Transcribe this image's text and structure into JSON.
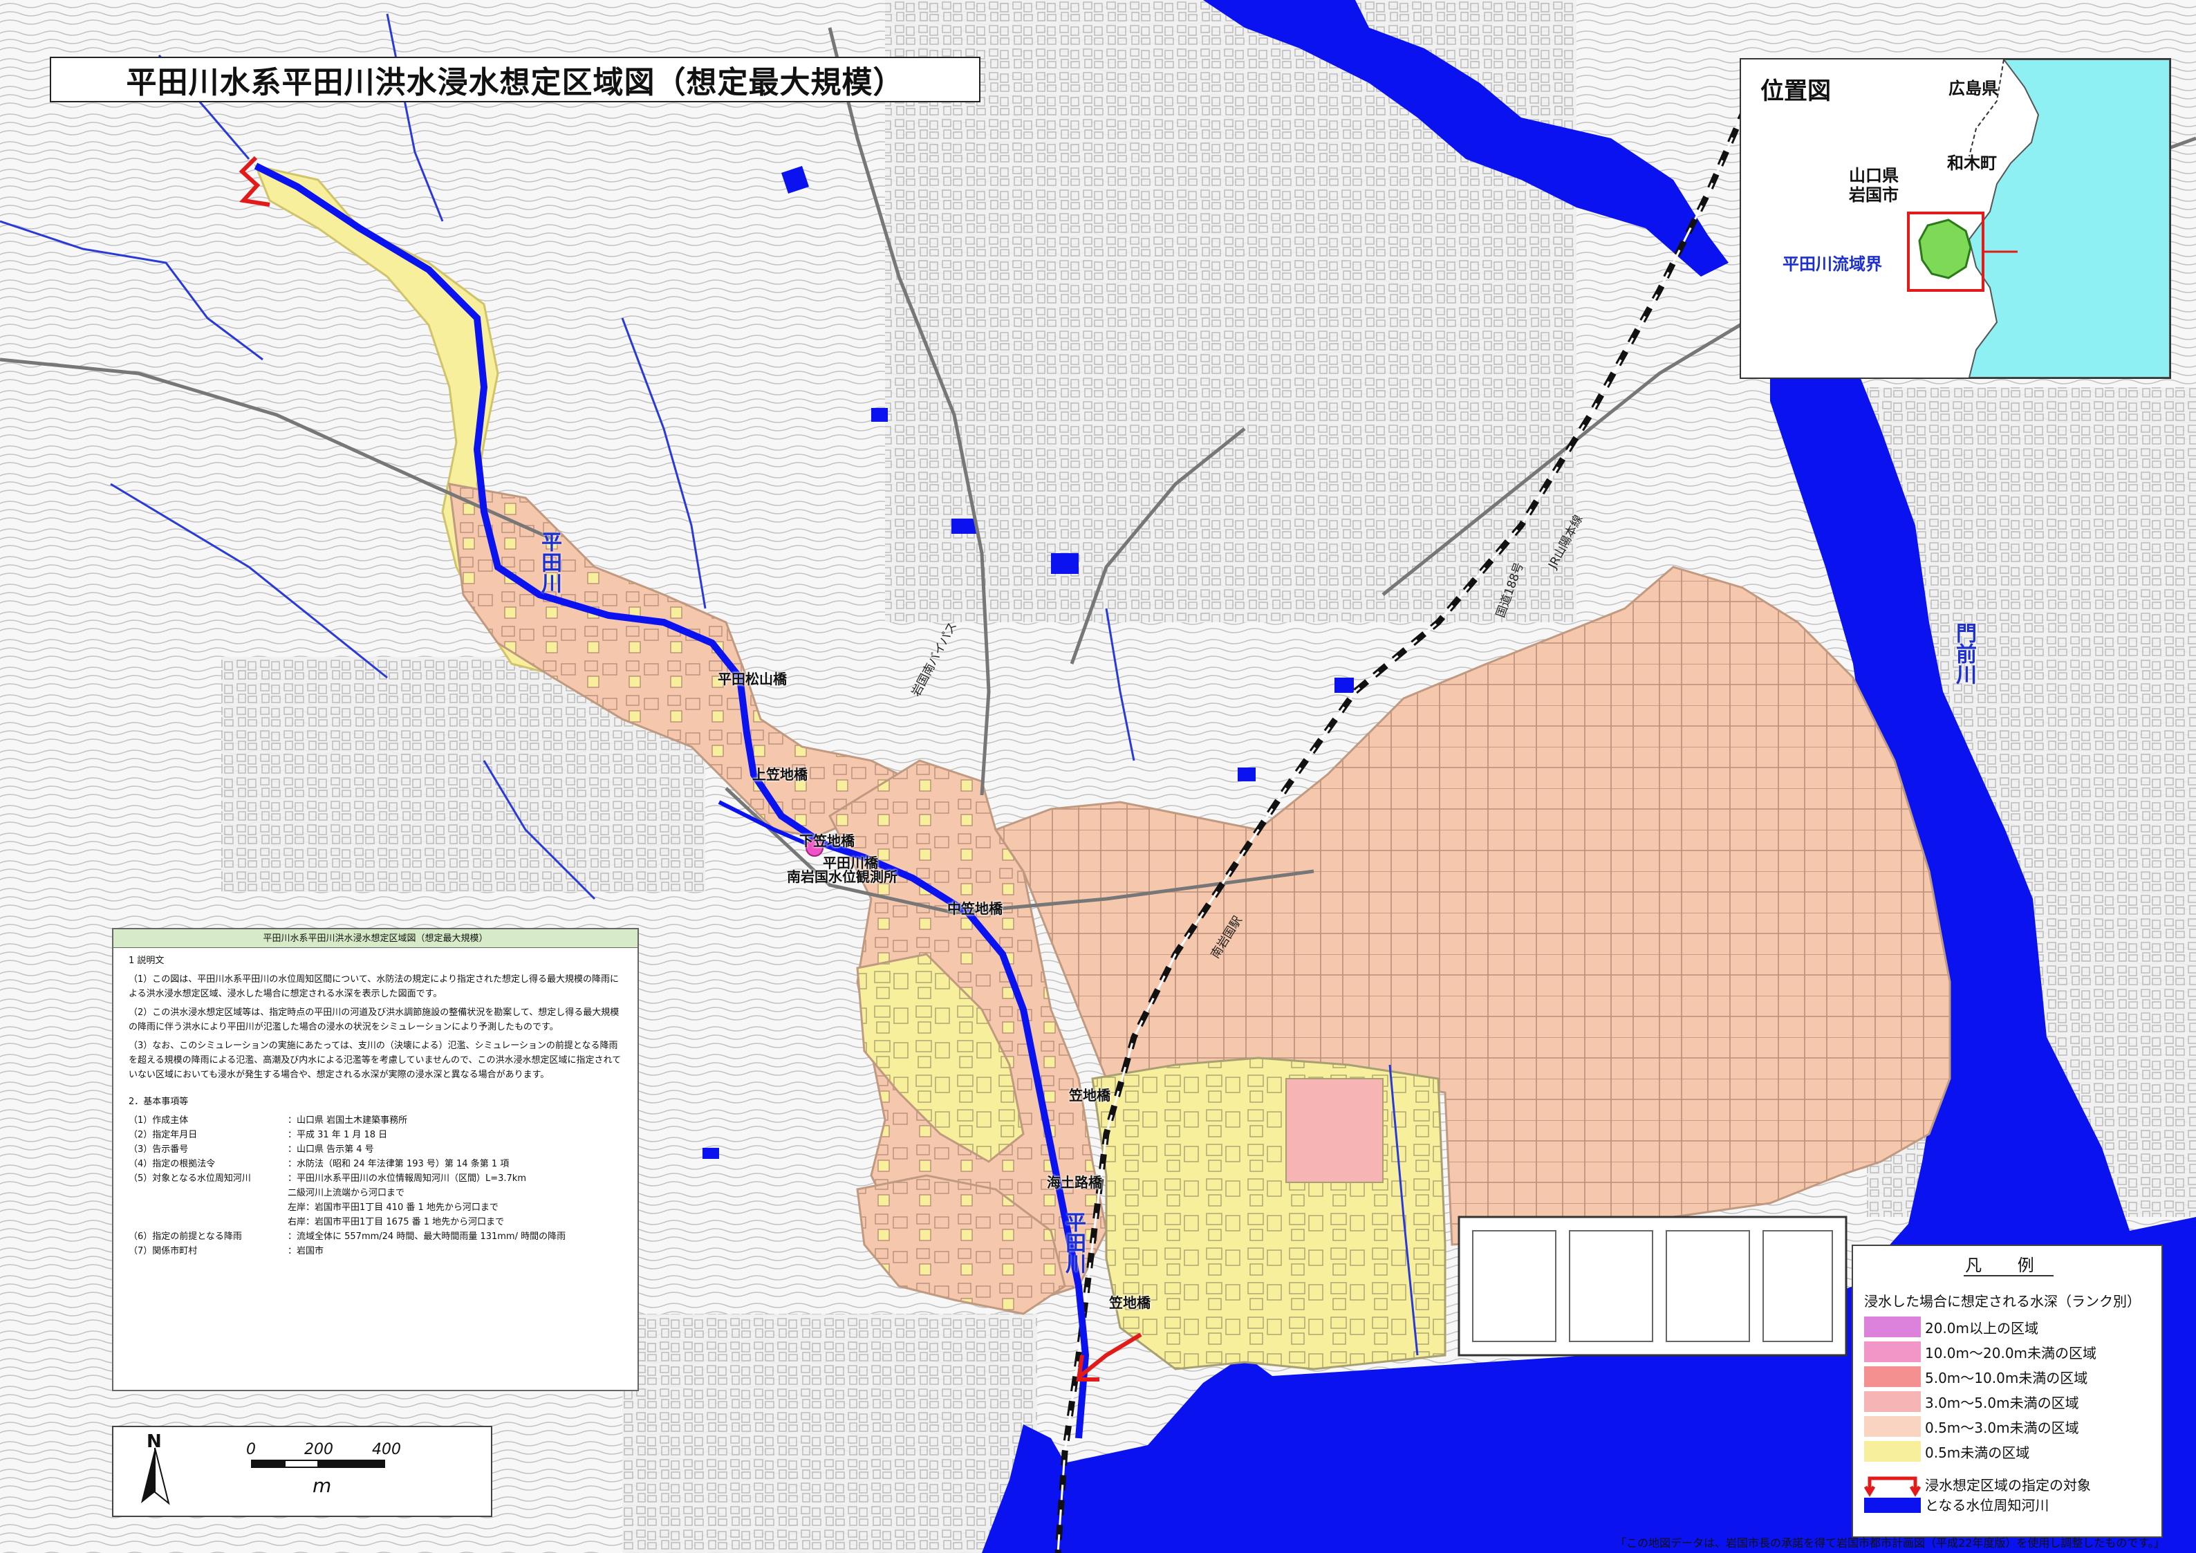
{
  "title": "平田川水系平田川洪水浸水想定区域図（想定最大規模）",
  "locator": {
    "title": "位置図",
    "labels": [
      "広島県",
      "山口県",
      "岩国市",
      "和木町",
      "平田川流域界"
    ]
  },
  "map_labels": {
    "rivers": [
      "平田川",
      "平田川",
      "門前川"
    ],
    "bridges": [
      "平田松山橋",
      "上笠地橋",
      "下笠地橋",
      "平田川橋",
      "中笠地橋",
      "笠地橋",
      "海土路橋",
      "笠地橋"
    ],
    "station": "南岩国水位観測所",
    "roads": [
      "岩国南バイパス",
      "国道188号",
      "JR山陽本線",
      "南岩国駅"
    ]
  },
  "explanation": {
    "header": "平田川水系平田川洪水浸水想定区域図（想定最大規模）",
    "section1_title": "1 説明文",
    "paragraphs": [
      "（1）この図は、平田川水系平田川の水位周知区間について、水防法の規定により指定された想定し得る最大規模の降雨による洪水浸水想定区域、浸水した場合に想定される水深を表示した図面です。",
      "（2）この洪水浸水想定区域等は、指定時点の平田川の河道及び洪水調節施設の整備状況を勘案して、想定し得る最大規模の降雨に伴う洪水により平田川が氾濫した場合の浸水の状況をシミュレーションにより予測したものです。",
      "（3）なお、このシミュレーションの実施にあたっては、支川の（決壊による）氾濫、シミュレーションの前提となる降雨を超える規模の降雨による氾濫、高潮及び内水による氾濫等を考慮していませんので、この洪水浸水想定区域に指定されていない区域においても浸水が発生する場合や、想定される水深が実際の浸水深と異なる場合があります。"
    ],
    "section2_title": "2．基本事項等",
    "items": [
      {
        "label": "（1）作成主体",
        "value": "：山口県 岩国土木建築事務所"
      },
      {
        "label": "（2）指定年月日",
        "value": "：平成 31 年 1 月 18 日"
      },
      {
        "label": "（3）告示番号",
        "value": "：山口県 告示第 4 号"
      },
      {
        "label": "（4）指定の根拠法令",
        "value": "：水防法（昭和 24 年法律第 193 号）第 14 条第 1 項"
      },
      {
        "label": "（5）対象となる水位周知河川",
        "value": "：平田川水系平田川の水位情報周知河川（区間）L=3.7km"
      },
      {
        "label": "",
        "value": "二級河川上流端から河口まで"
      },
      {
        "label": "",
        "value": "左岸：岩国市平田1丁目 410 番 1 地先から河口まで"
      },
      {
        "label": "",
        "value": "右岸：岩国市平田1丁目 1675 番 1 地先から河口まで"
      },
      {
        "label": "（6）指定の前提となる降雨",
        "value": "：流域全体に 557mm/24 時間、最大時間雨量 131mm/ 時間の降雨"
      },
      {
        "label": "（7）関係市町村",
        "value": "：岩国市"
      }
    ]
  },
  "scale": {
    "north": "N",
    "ticks": [
      "0",
      "200",
      "400"
    ],
    "unit": "m"
  },
  "legend": {
    "title": "凡 例",
    "subtitle": "浸水した場合に想定される水深（ランク別）",
    "entries": [
      {
        "label": "20.0m以上の区域",
        "color": "#dc82dc"
      },
      {
        "label": "10.0m～20.0m未満の区域",
        "color": "#f296c8"
      },
      {
        "label": "5.0m～10.0m未満の区域",
        "color": "#f59090"
      },
      {
        "label": "3.0m～5.0m未満の区域",
        "color": "#f7b4b4"
      },
      {
        "label": "0.5m～3.0m未満の区域",
        "color": "#f9d4c0"
      },
      {
        "label": "0.5m未満の区域",
        "color": "#f7ef9c"
      }
    ],
    "river_entry_line1": "浸水想定区域の指定の対象",
    "river_entry_line2": "となる水位周知河川"
  },
  "footnote": "「この地図データは、岩国市長の承諾を得て岩国市都市計画図（平成22年度版）を使用し調整したものです。」",
  "colors": {
    "water": "#0a12f0",
    "depth_main": "#f5c8ad",
    "depth_shallow": "#f7ef9c",
    "locator_sea": "#8ff0f4",
    "locator_basin": "#7ed957",
    "frame_red": "#e21a1a"
  }
}
